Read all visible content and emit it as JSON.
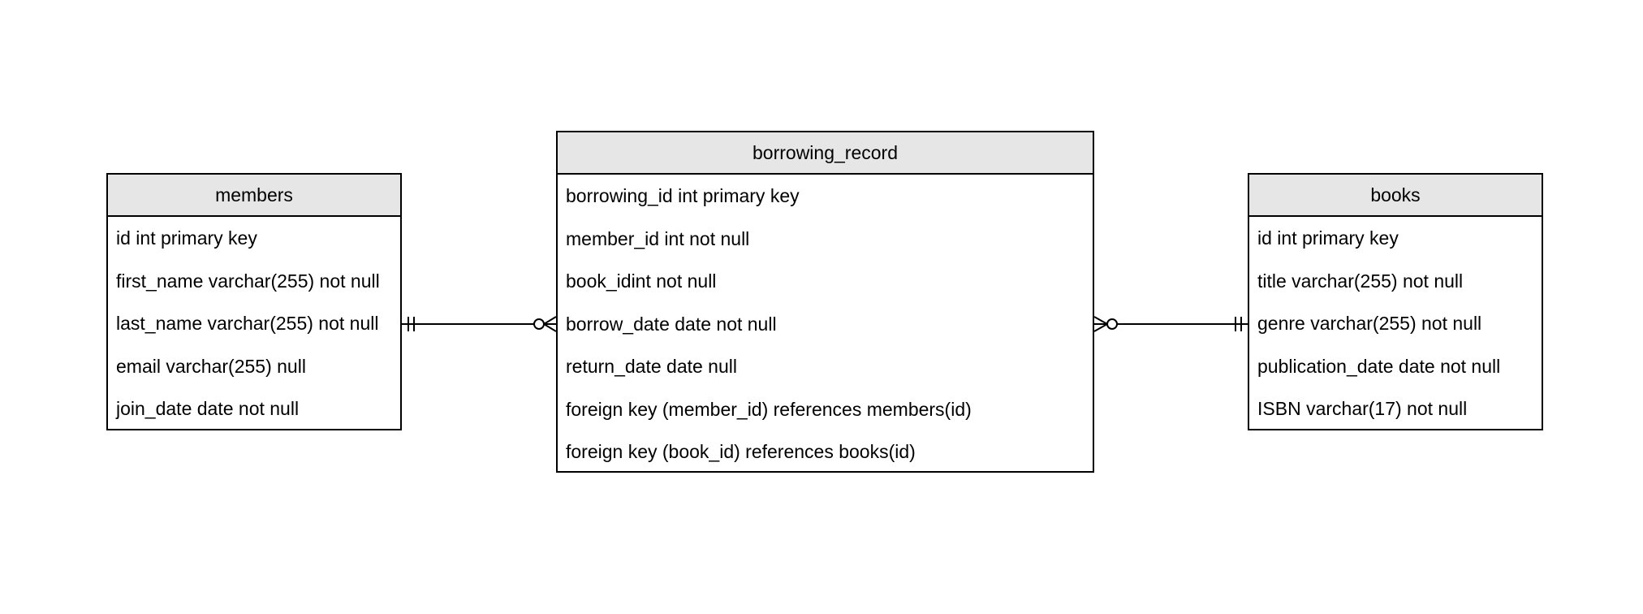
{
  "diagram": {
    "entities": [
      {
        "id": "members",
        "title": "members",
        "fields": [
          "id int primary key",
          "first_name varchar(255) not null",
          "last_name varchar(255) not null",
          "email varchar(255) null",
          "join_date date not null"
        ]
      },
      {
        "id": "borrowing_record",
        "title": "borrowing_record",
        "fields": [
          "borrowing_id int primary key",
          "member_id int not null",
          "book_idint not null",
          "borrow_date date not null",
          "return_date date null",
          "foreign key (member_id) references members(id)",
          "foreign key (book_id) references books(id)"
        ]
      },
      {
        "id": "books",
        "title": "books",
        "fields": [
          "id int primary key",
          "title varchar(255) not null",
          "genre varchar(255) not null",
          "publication_date date not null",
          "ISBN varchar(17) not null"
        ]
      }
    ],
    "relationships": [
      {
        "from": "members",
        "from_cardinality": "exactly-one",
        "to": "borrowing_record",
        "to_cardinality": "zero-or-many"
      },
      {
        "from": "books",
        "from_cardinality": "exactly-one",
        "to": "borrowing_record",
        "to_cardinality": "zero-or-many"
      }
    ],
    "colors": {
      "header_fill": "#e6e6e6",
      "border": "#000000",
      "background": "#ffffff"
    }
  }
}
